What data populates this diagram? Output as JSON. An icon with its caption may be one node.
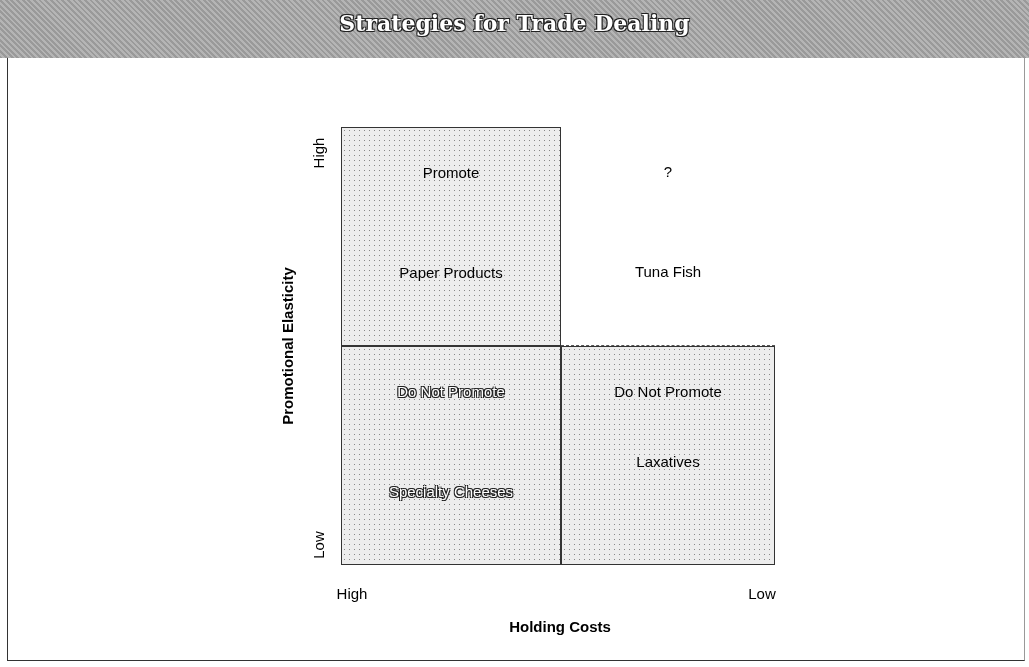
{
  "diagram": {
    "title": "Strategies for Trade Dealing",
    "nodes": [
      {
        "text": [
          "Promote",
          "Paper Products"
        ]
      },
      {
        "text": [
          "?",
          "Tuna Fish"
        ]
      },
      {
        "text": [
          "Do Not Promote",
          "Specialty Cheeses"
        ]
      },
      {
        "text": [
          "Do Not Promote",
          "Laxatives"
        ]
      }
    ],
    "labels": [
      "High",
      "Promotional Elasticity",
      "Low",
      "High",
      "Low",
      "Holding Costs"
    ]
  }
}
